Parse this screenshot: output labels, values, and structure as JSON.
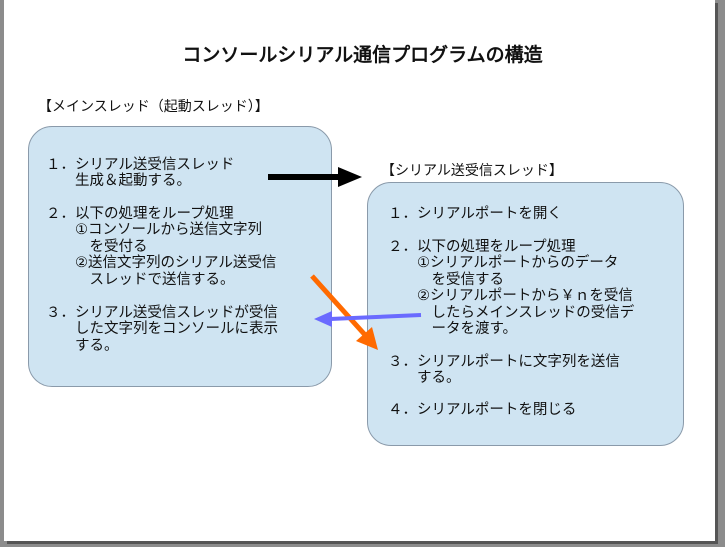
{
  "title": "コンソールシリアル通信プログラムの構造",
  "main_thread": {
    "label": "【メインスレッド（起動スレッド）】",
    "items": [
      [
        "１．シリアル送受信スレッド",
        "　　生成＆起動する。"
      ],
      [
        "２．以下の処理をループ処理",
        "　　①コンソールから送信文字列",
        "　　　を受付る",
        "　　②送信文字列のシリアル送受信",
        "　　　スレッドで送信する。"
      ],
      [
        "３．シリアル送受信スレッドが受信",
        "　　した文字列をコンソールに表示",
        "　　する。"
      ]
    ]
  },
  "serial_thread": {
    "label": "【シリアル送受信スレッド】",
    "items": [
      [
        "１．シリアルポートを開く"
      ],
      [
        "２．以下の処理をループ処理",
        "　　①シリアルポートからのデータ",
        "　　　を受信する",
        "　　②シリアルポートから￥ｎを受信",
        "　　　したらメインスレッドの受信デ",
        "　　　ータを渡す。"
      ],
      [
        "３．シリアルポートに文字列を送信",
        "　　する。"
      ],
      [
        "４．シリアルポートを閉じる"
      ]
    ]
  },
  "colors": {
    "box": "#cfe4f2",
    "arrow_start": "#000000",
    "arrow_send": "#ff6a00",
    "arrow_receive": "#6a6aff"
  }
}
